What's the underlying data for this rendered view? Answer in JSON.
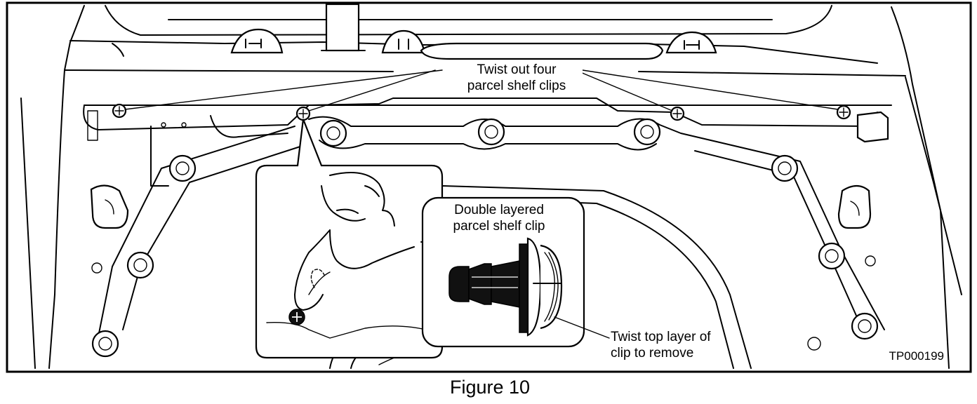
{
  "figure": {
    "caption": "Figure 10",
    "reference_code": "TP000199"
  },
  "callouts": {
    "main": [
      "Twist out four",
      "parcel shelf clips"
    ],
    "inset_title": [
      "Double layered",
      "parcel shelf clip"
    ],
    "twist_note": [
      "Twist top layer of",
      "clip to remove"
    ]
  },
  "clips": {
    "count": 4
  },
  "colors": {
    "line": "#000000",
    "background": "#ffffff"
  }
}
